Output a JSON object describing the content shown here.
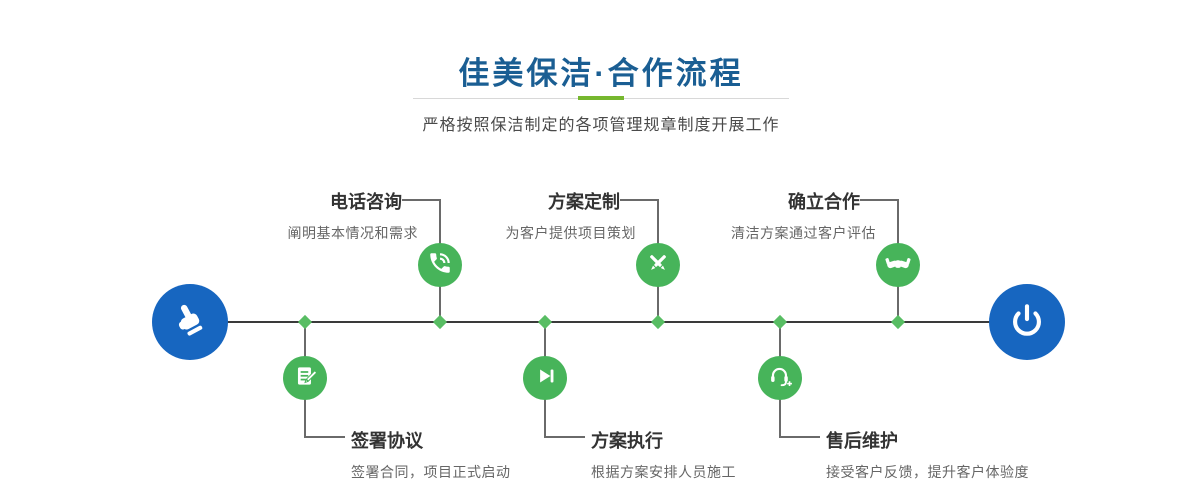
{
  "header": {
    "title": "佳美保洁·合作流程",
    "subtitle": "严格按照保洁制定的各项管理规章制度开展工作"
  },
  "process": {
    "start_icon": "pointing-hand-icon",
    "end_icon": "power-icon",
    "steps_top": [
      {
        "title": "电话咨询",
        "desc": "阐明基本情况和需求",
        "icon": "phone-icon"
      },
      {
        "title": "方案定制",
        "desc": "为客户提供项目策划",
        "icon": "design-icon"
      },
      {
        "title": "确立合作",
        "desc": "清洁方案通过客户评估",
        "icon": "handshake-icon"
      }
    ],
    "steps_bottom": [
      {
        "title": "签署协议",
        "desc": "签署合同，项目正式启动",
        "icon": "contract-icon"
      },
      {
        "title": "方案执行",
        "desc": "根据方案安排人员施工",
        "icon": "execute-icon"
      },
      {
        "title": "售后维护",
        "desc": "接受客户反馈，提升客户体验度",
        "icon": "aftersales-icon"
      }
    ]
  },
  "colors": {
    "title_blue": "#1a5e93",
    "node_blue": "#1766c0",
    "step_green": "#47b45a",
    "diamond_green": "#58bd63",
    "divider_green": "#76b72e"
  }
}
